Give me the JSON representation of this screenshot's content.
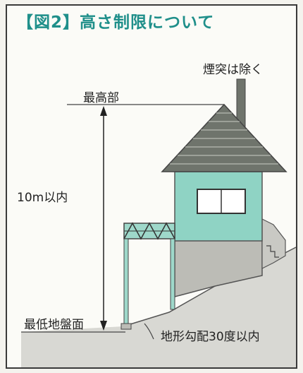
{
  "title": "【図2】高さ制限について",
  "labels": {
    "chimney": "煙突は除く",
    "top": "最高部",
    "height": "10m以内",
    "ground": "最低地盤面",
    "slope": "地形勾配30度以内"
  },
  "colors": {
    "title": "#1f8f8a",
    "house_wall": "#8fd3c4",
    "roof": "#6f746c",
    "foundation": "#bcbcb6",
    "ground": "#d8d8d3"
  }
}
